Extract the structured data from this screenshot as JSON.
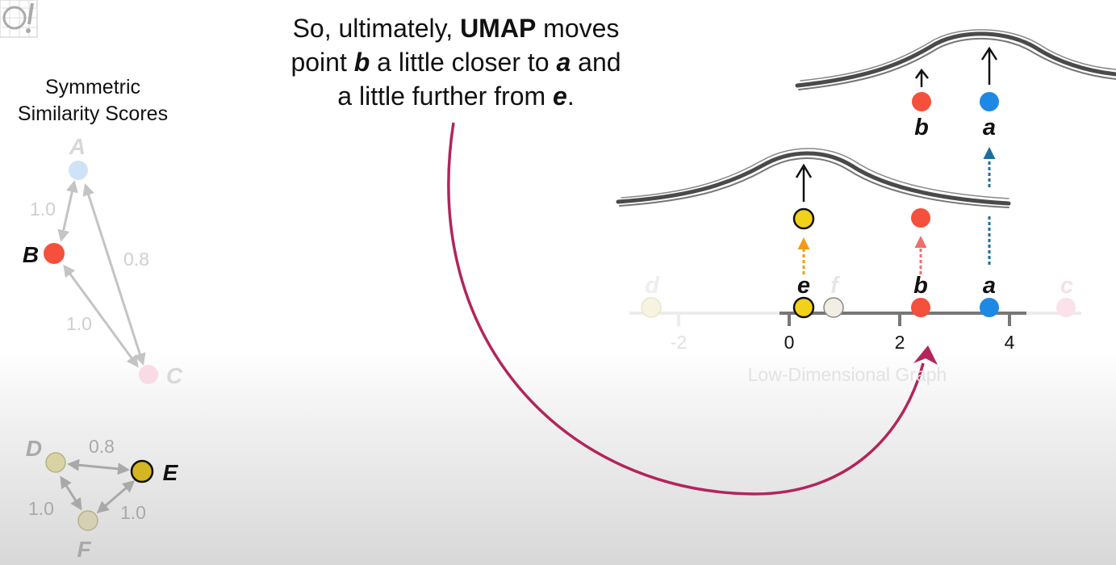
{
  "caption": {
    "line1_pre": "So, ultimately, ",
    "line1_bold": "UMAP",
    "line1_post": " moves",
    "line2_pre": "point ",
    "line2_b": "b",
    "line2_mid": " a little closer to ",
    "line2_a": "a",
    "line2_post": " and",
    "line3_pre": "a little further from ",
    "line3_e": "e",
    "line3_post": "."
  },
  "symmetric": {
    "title_line1": "Symmetric",
    "title_line2": "Similarity Scores",
    "cluster1": {
      "nodes": {
        "a": "A",
        "b": "B",
        "c": "C"
      },
      "edges": {
        "ab": "1.0",
        "ac": "0.8",
        "bc": "1.0"
      }
    },
    "cluster2": {
      "nodes": {
        "d": "D",
        "e": "E",
        "f": "F"
      },
      "edges": {
        "de": "0.8",
        "df": "1.0",
        "ef": "1.0"
      }
    }
  },
  "low_dim": {
    "title": "Low-Dimensional Graph",
    "ticks": [
      "-2",
      "0",
      "2",
      "4"
    ],
    "point_labels": {
      "d": "d",
      "e": "e",
      "f": "f",
      "b": "b",
      "a": "a",
      "c": "c"
    },
    "upper_labels": {
      "b": "b",
      "a": "a"
    }
  },
  "colors": {
    "a": "#1e88e5",
    "b": "#f4503c",
    "c": "#f9c9d9",
    "e": "#f1d21b",
    "f": "#ece7d4",
    "d": "#efebc9",
    "curve": "#555555",
    "arc": "#b3245c",
    "axis": "#777777"
  }
}
